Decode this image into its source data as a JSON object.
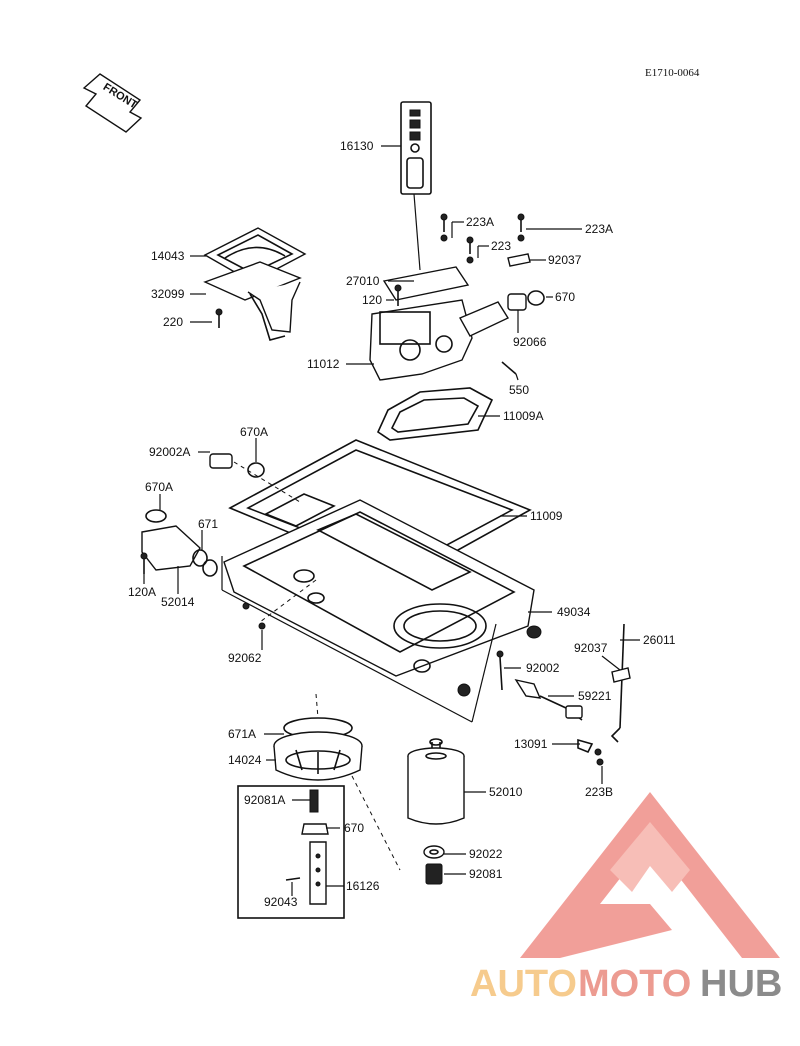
{
  "diagram_code": "E1710-0064",
  "front_label": "FRONT",
  "watermark": {
    "part1": "AUTO",
    "part2": "MOTO",
    "part3": "HUB"
  },
  "parts": {
    "p16130": "16130",
    "p223A_1": "223A",
    "p223A_2": "223A",
    "p223": "223",
    "p92037_1": "92037",
    "p14043": "14043",
    "p32099": "32099",
    "p27010": "27010",
    "p670_1": "670",
    "p120": "120",
    "p220": "220",
    "p92066": "92066",
    "p11012": "11012",
    "p550": "550",
    "p11009A": "11009A",
    "p92002A": "92002A",
    "p670A_1": "670A",
    "p11009": "11009",
    "p670A_2": "670A",
    "p671": "671",
    "p120A": "120A",
    "p52014": "52014",
    "p49034": "49034",
    "p26011": "26011",
    "p92037_2": "92037",
    "p92062": "92062",
    "p92002": "92002",
    "p59221": "59221",
    "p671A": "671A",
    "p13091": "13091",
    "p14024": "14024",
    "p223B": "223B",
    "p52010": "52010",
    "p92081A": "92081A",
    "p670_2": "670",
    "p92022": "92022",
    "p92081": "92081",
    "p16126": "16126",
    "p92043": "92043"
  }
}
